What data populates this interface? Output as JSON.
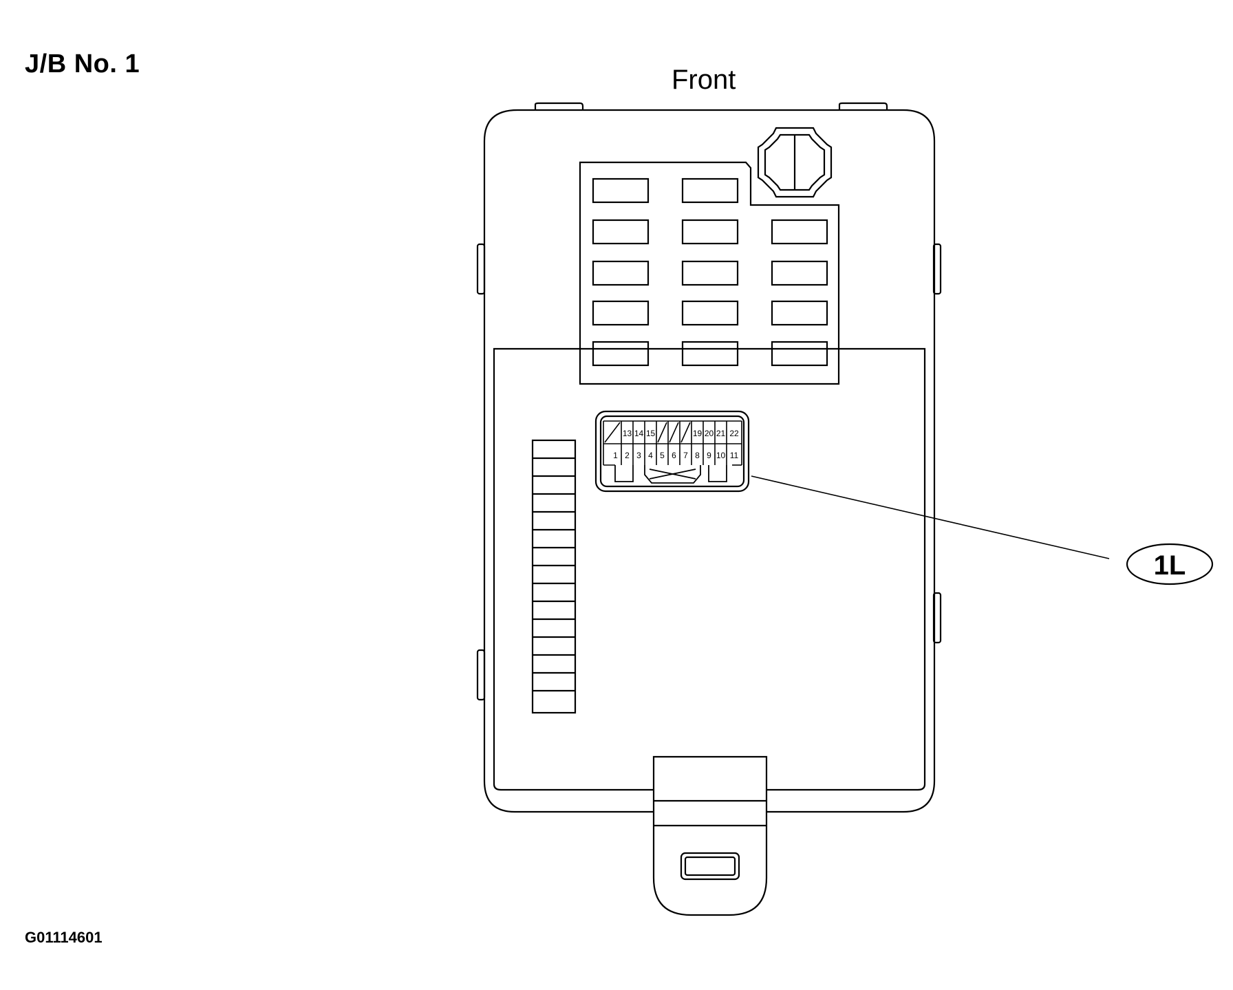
{
  "title": "J/B No. 1",
  "orientation_label": "Front",
  "figure_id": "G01114601",
  "connector": {
    "callout_label": "1L",
    "top_row_pins": [
      "13",
      "14",
      "15",
      "19",
      "20",
      "21",
      "22"
    ],
    "bottom_row_pins": [
      "1",
      "2",
      "3",
      "4",
      "5",
      "6",
      "7",
      "8",
      "9",
      "10",
      "11"
    ]
  },
  "colors": {
    "line": "#000000",
    "background": "#ffffff"
  }
}
